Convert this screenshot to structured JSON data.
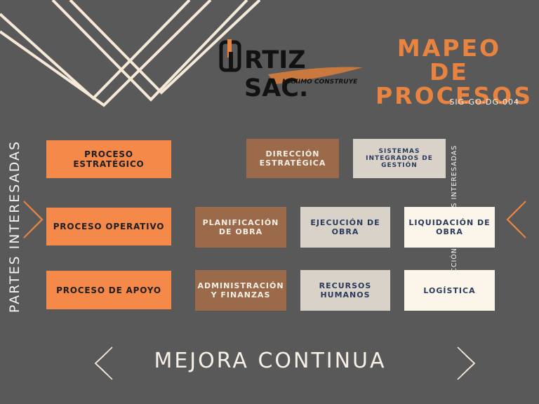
{
  "header": {
    "title_line1": "MAPEO DE",
    "title_line2": "PROCESOS",
    "code": "SIG-GO-DG-004"
  },
  "logo": {
    "brand": "RTIZ SAC.",
    "tagline": "MÁXIMO CONSTRUYE"
  },
  "side_labels": {
    "left": "PARTES INTERESADAS",
    "right": "SATISFACCIÓN DE PARTES INTERESADAS"
  },
  "rows": [
    {
      "category": "PROCESO ESTRATÉGICO",
      "processes": [
        "DIRECCIÓN ESTRATÉGICA",
        "SISTEMAS INTEGRADOS DE GESTIÓN"
      ]
    },
    {
      "category": "PROCESO OPERATIVO",
      "processes": [
        "PLANIFICACIÓN DE OBRA",
        "EJECUCIÓN DE OBRA",
        "LIQUIDACIÓN DE OBRA"
      ]
    },
    {
      "category": "PROCESO DE APOYO",
      "processes": [
        "ADMINISTRACIÓN Y FINANZAS",
        "RECURSOS HUMANOS",
        "LOGÍSTICA"
      ]
    }
  ],
  "footer": {
    "text": "MEJORA CONTINUA"
  },
  "colors": {
    "background": "#595959",
    "accent_orange": "#f4894a",
    "brown": "#9b6a4b",
    "light_grey": "#d8d2c9",
    "cream": "#fbf5ea",
    "line_cream": "#f6e9d8"
  }
}
